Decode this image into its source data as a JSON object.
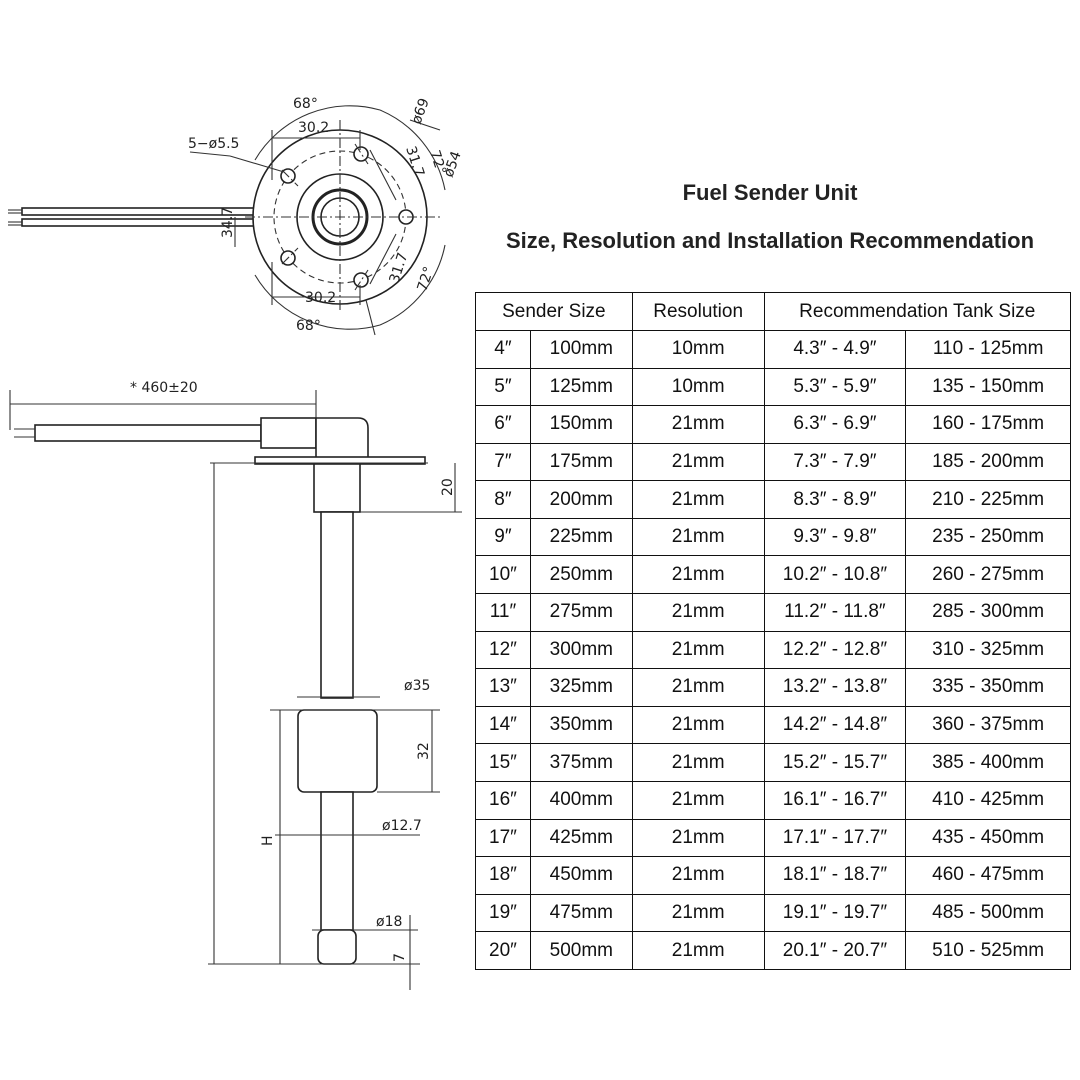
{
  "titles": {
    "line1": "Fuel Sender Unit",
    "line2": "Size, Resolution and Installation Recommendation"
  },
  "top_view_labels": {
    "angle_68_top": "68°",
    "dim_30_2_top": "30.2",
    "holes": "5−ø5.5",
    "dia_69": "ø69",
    "angle_72_top": "72°",
    "dim_31_7_top": "31.7",
    "dia_54": "ø54",
    "dim_34_7": "34.7",
    "dim_31_7_bottom": "31.7",
    "angle_72_bottom": "72°",
    "dim_30_2_bottom": "30.2",
    "angle_68_bottom": "68°"
  },
  "side_view_labels": {
    "cable_length": "* 460±20",
    "dim_20": "20",
    "dia_35": "ø35",
    "dim_32": "32",
    "dia_12_7": "ø12.7",
    "dim_H": "H",
    "dia_18": "ø18",
    "dim_7": "7"
  },
  "table": {
    "headers": [
      "Sender Size",
      "Resolution",
      "Recommendation Tank Size"
    ],
    "rows": [
      [
        "4″",
        "100mm",
        "10mm",
        "4.3″ - 4.9″",
        "110 - 125mm"
      ],
      [
        "5″",
        "125mm",
        "10mm",
        "5.3″ - 5.9″",
        "135 - 150mm"
      ],
      [
        "6″",
        "150mm",
        "21mm",
        "6.3″ - 6.9″",
        "160 - 175mm"
      ],
      [
        "7″",
        "175mm",
        "21mm",
        "7.3″ - 7.9″",
        "185 - 200mm"
      ],
      [
        "8″",
        "200mm",
        "21mm",
        "8.3″ - 8.9″",
        "210 - 225mm"
      ],
      [
        "9″",
        "225mm",
        "21mm",
        "9.3″ - 9.8″",
        "235 - 250mm"
      ],
      [
        "10″",
        "250mm",
        "21mm",
        "10.2″ - 10.8″",
        "260 - 275mm"
      ],
      [
        "11″",
        "275mm",
        "21mm",
        "11.2″ - 11.8″",
        "285 - 300mm"
      ],
      [
        "12″",
        "300mm",
        "21mm",
        "12.2″ - 12.8″",
        "310 - 325mm"
      ],
      [
        "13″",
        "325mm",
        "21mm",
        "13.2″ - 13.8″",
        "335 - 350mm"
      ],
      [
        "14″",
        "350mm",
        "21mm",
        "14.2″ - 14.8″",
        "360 - 375mm"
      ],
      [
        "15″",
        "375mm",
        "21mm",
        "15.2″ - 15.7″",
        "385 - 400mm"
      ],
      [
        "16″",
        "400mm",
        "21mm",
        "16.1″ - 16.7″",
        "410 - 425mm"
      ],
      [
        "17″",
        "425mm",
        "21mm",
        "17.1″ - 17.7″",
        "435 - 450mm"
      ],
      [
        "18″",
        "450mm",
        "21mm",
        "18.1″ - 18.7″",
        "460 - 475mm"
      ],
      [
        "19″",
        "475mm",
        "21mm",
        "19.1″ - 19.7″",
        "485 - 500mm"
      ],
      [
        "20″",
        "500mm",
        "21mm",
        "20.1″ - 20.7″",
        "510 - 525mm"
      ]
    ]
  }
}
